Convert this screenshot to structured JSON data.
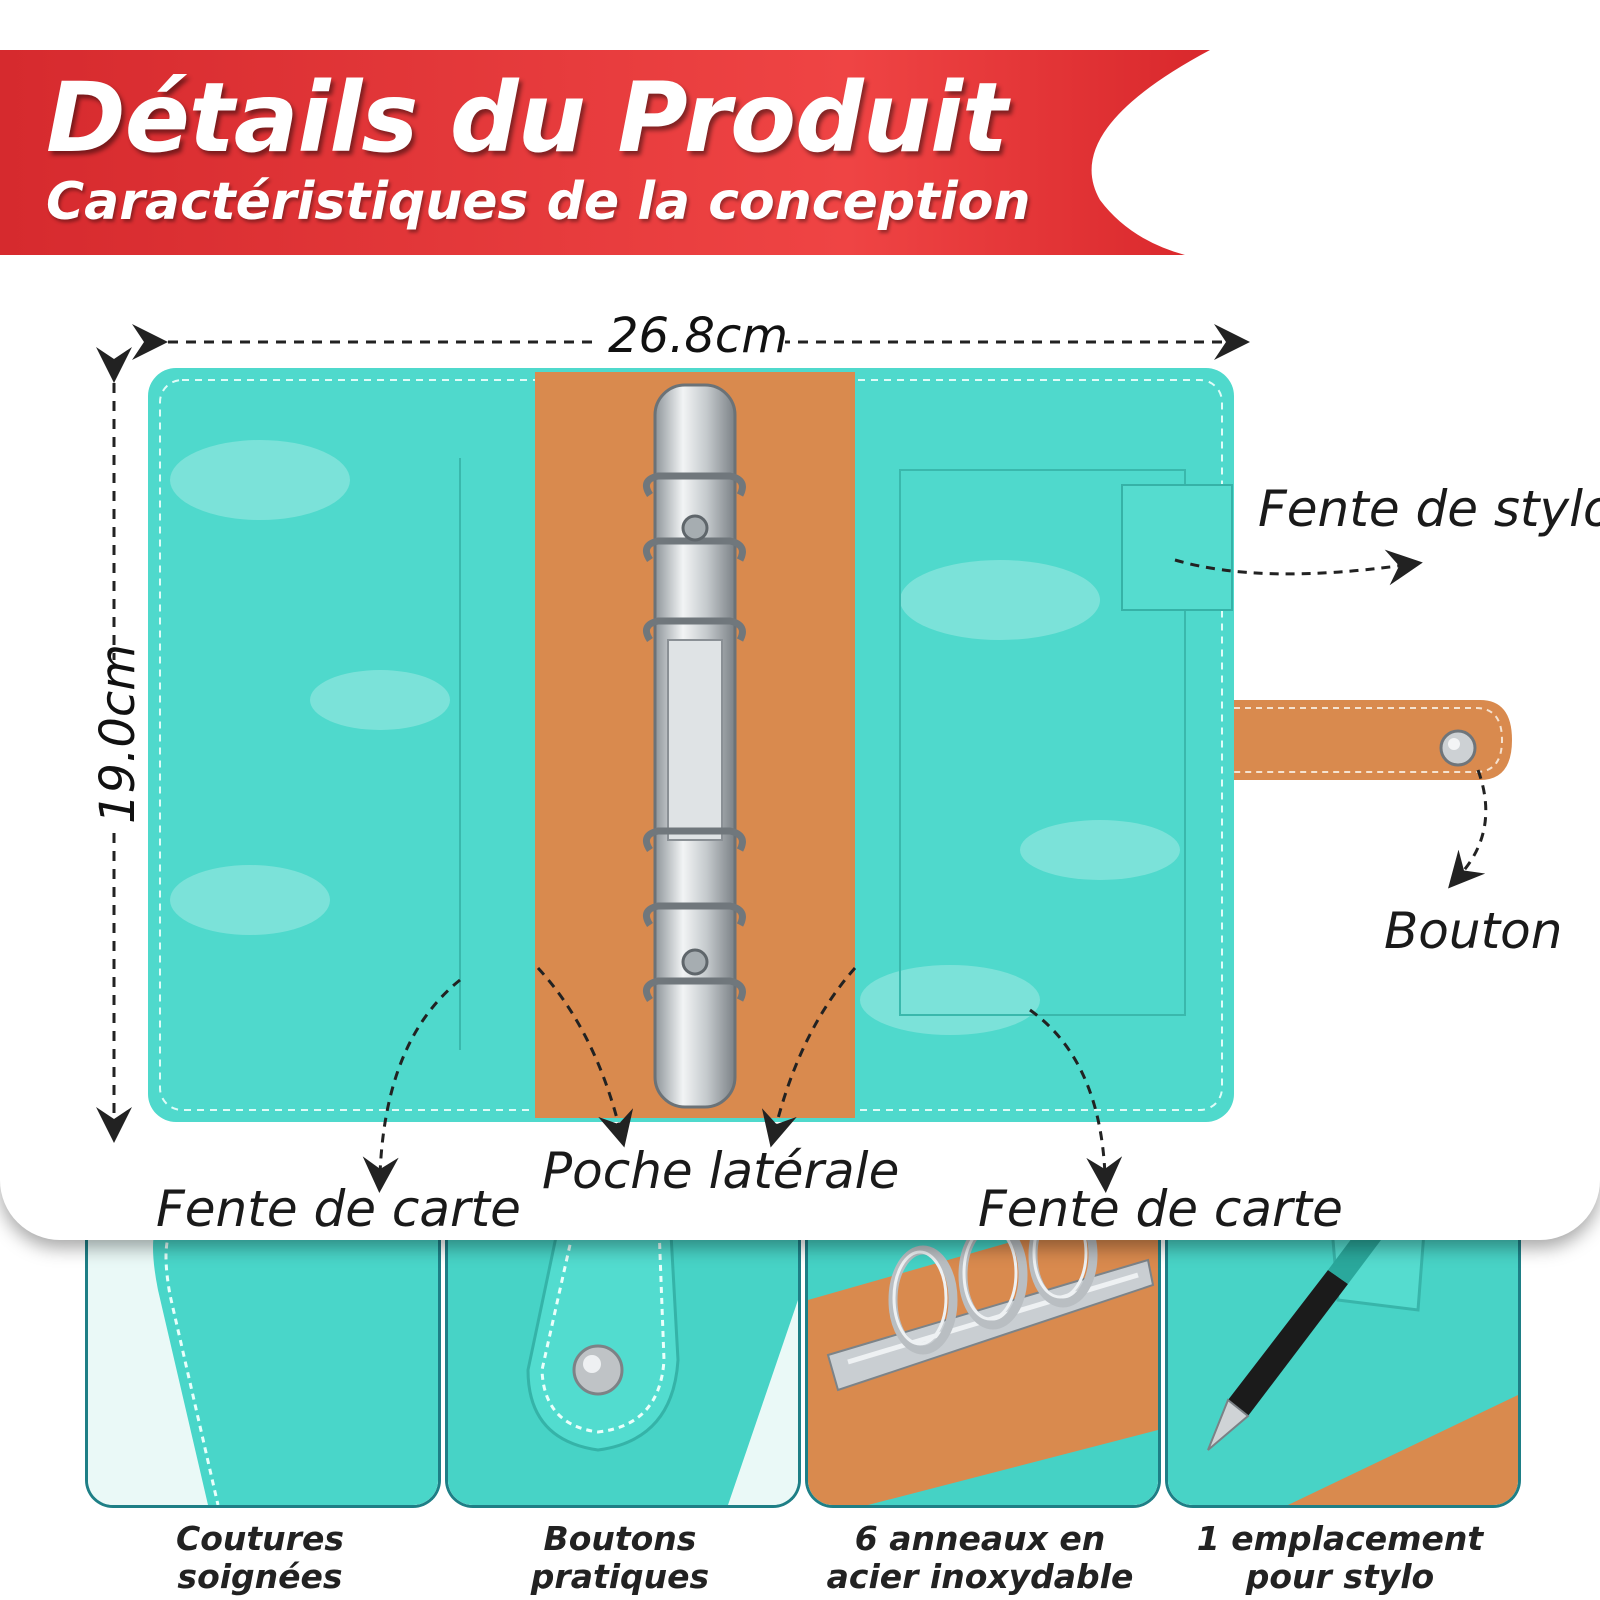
{
  "banner": {
    "title": "Détails du Produit",
    "subtitle": "Caractéristiques de la conception"
  },
  "dimensions": {
    "width": "26.8cm",
    "height": "19.0cm"
  },
  "callouts": {
    "pen_slot": "Fente de stylo",
    "button": "Bouton",
    "side_pocket": "Poche latérale",
    "card_slot_left": "Fente de carte",
    "card_slot_right": "Fente de carte"
  },
  "features": [
    {
      "line1": "Coutures",
      "line2": "soignées"
    },
    {
      "line1": "Boutons",
      "line2": "pratiques"
    },
    {
      "line1": "6 anneaux en",
      "line2": "acier inoxydable"
    },
    {
      "line1": "1 emplacement",
      "line2": "pour stylo"
    }
  ],
  "colors": {
    "banner_red": "#e23b3b",
    "leather_teal": "#4fd9cc",
    "spine_orange": "#d98a4e",
    "thumb_border": "#1e7f86"
  }
}
